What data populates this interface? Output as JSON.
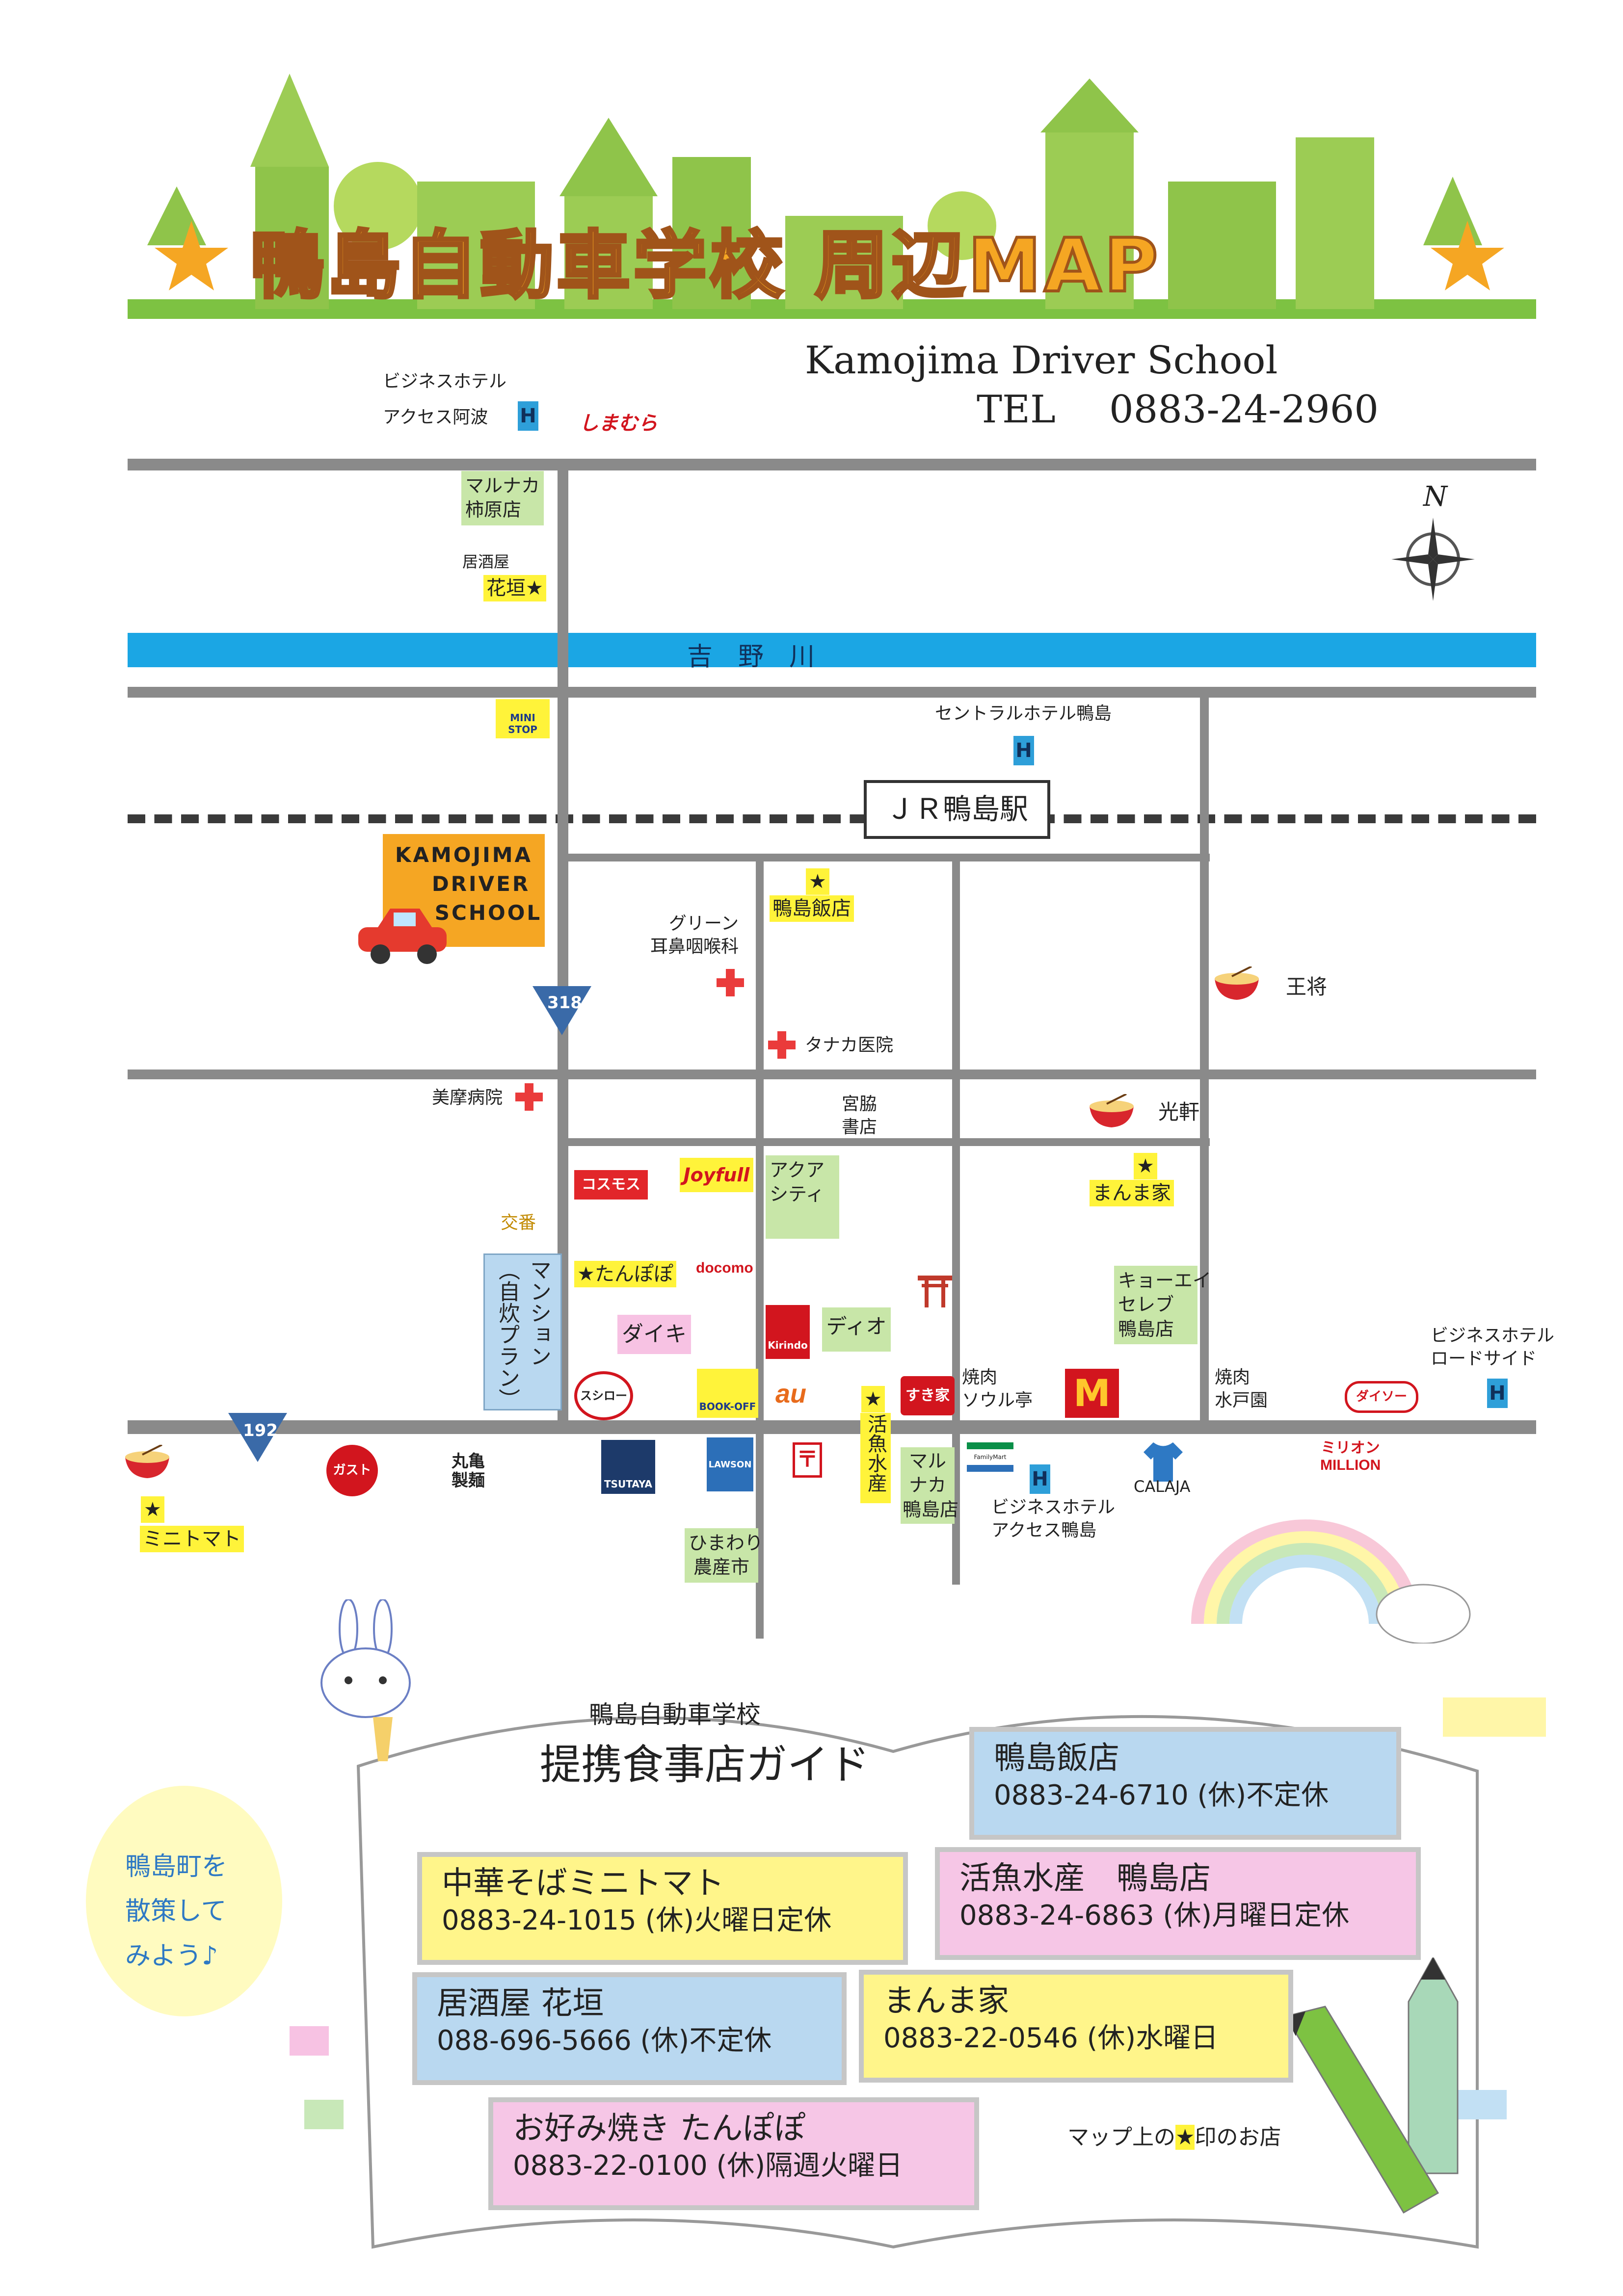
{
  "header": {
    "title": "鴨島自動車学校 周辺MAP",
    "school_en": "Kamojima Driver School",
    "tel_label": "TEL",
    "tel_number": "0883-24-2960"
  },
  "colors": {
    "road": "#8a8a8a",
    "river": "#1ba6e4",
    "title_orange": "#f5a623",
    "banner_green": "#7dc242",
    "label_yellow": "#fff33a",
    "label_green": "#c8e6a8",
    "label_pink": "#f7c2e3",
    "hotel_blue": "#2e9fd9",
    "clinic_red": "#ea3b3b"
  },
  "map": {
    "river_name": "吉　野　川",
    "station": "ＪＲ鴨島駅",
    "compass_n": "N",
    "school_sign": [
      "KAMOJIMA",
      "DRIVER",
      "SCHOOL"
    ],
    "route_318": "318",
    "route_192": "192",
    "hotel_mark": "H",
    "labels": {
      "biz_hotel_awa_1": "ビジネスホテル",
      "biz_hotel_awa_2": "アクセス阿波",
      "shimamura": "しまむら",
      "marunaka_kaibara": "マルナカ\n柿原店",
      "izakaya_small": "居酒屋",
      "hanagaki": "花垣★",
      "ministop": "MINI STOP",
      "central_hotel": "セントラルホテル鴨島",
      "kamojima_hanten_star": "★",
      "kamojima_hanten": "鴨島飯店",
      "green_clinic": "グリーン\n耳鼻咽喉科",
      "tanaka_clinic": "タナカ医院",
      "osho": "王将",
      "mima_hospital": "美摩病院",
      "miyawaki": "宮脇\n書店",
      "koken": "光軒",
      "manmaya_star": "★",
      "manmaya": "まんま家",
      "joyfull": "Joyfull",
      "cosmos": "コスモス",
      "aqua_city": "アクア\nシティ",
      "koban": "交番",
      "mansion": "マンション\n（自炊プラン）",
      "tanpopo": "★たんぽぽ",
      "docomo": "docomo",
      "daiki": "ダイキ",
      "kirindo": "Kirindo",
      "dio": "ディオ",
      "kyoei": "キョーエイ\nセレブ\n鴨島店",
      "biz_roadside": "ビジネスホテル\nロードサイド",
      "sushiro": "スシロー",
      "bookoff": "BOOK-OFF",
      "au": "au",
      "katsuo_star": "★",
      "katsuo": "活魚水産",
      "sukiya": "すき家",
      "seoul": "焼肉\nソウル亭",
      "mcdonalds": "M",
      "suitoen": "焼肉\n水戸園",
      "daiso": "ダイソー",
      "gusto": "ガスト",
      "marugame": "丸亀\n製麺",
      "tsutaya": "TSUTAYA",
      "lawson": "LAWSON",
      "marunaka_kamojima": "マル\nナカ\n鴨島店",
      "familymart": "FamilyMart",
      "access_kamojima": "ビジネスホテル\nアクセス鴨島",
      "calaja": "CALAJA",
      "million": "ミリオン\nMILLION",
      "minitomato_star": "★",
      "minitomato": "ミニトマト",
      "himawari": "ひまわり\n農産市"
    }
  },
  "guide": {
    "subtitle": "鴨島自動車学校",
    "title": "提携食事店ガイド",
    "walk_note": "鴨島町を\n散策して\nみよう♪",
    "star_note_prefix": "マップ上の",
    "star_note_star": "★",
    "star_note_suffix": "印のお店",
    "shops": [
      {
        "name": "鴨島飯店",
        "phone": "0883-24-6710 (休)不定休",
        "color": "#b9d8f0"
      },
      {
        "name": "中華そばミニトマト",
        "phone": "0883-24-1015 (休)火曜日定休",
        "color": "#fff58a"
      },
      {
        "name": "活魚水産　鴨島店",
        "phone": "0883-24-6863 (休)月曜日定休",
        "color": "#f6c6e6"
      },
      {
        "name": "居酒屋 花垣",
        "phone": "088-696-5666 (休)不定休",
        "color": "#b9d8f0"
      },
      {
        "name": "まんま家",
        "phone": "0883-22-0546 (休)水曜日",
        "color": "#fff58a"
      },
      {
        "name": "お好み焼き たんぽぽ",
        "phone": "0883-22-0100 (休)隔週火曜日",
        "color": "#f6c6e6"
      }
    ]
  }
}
